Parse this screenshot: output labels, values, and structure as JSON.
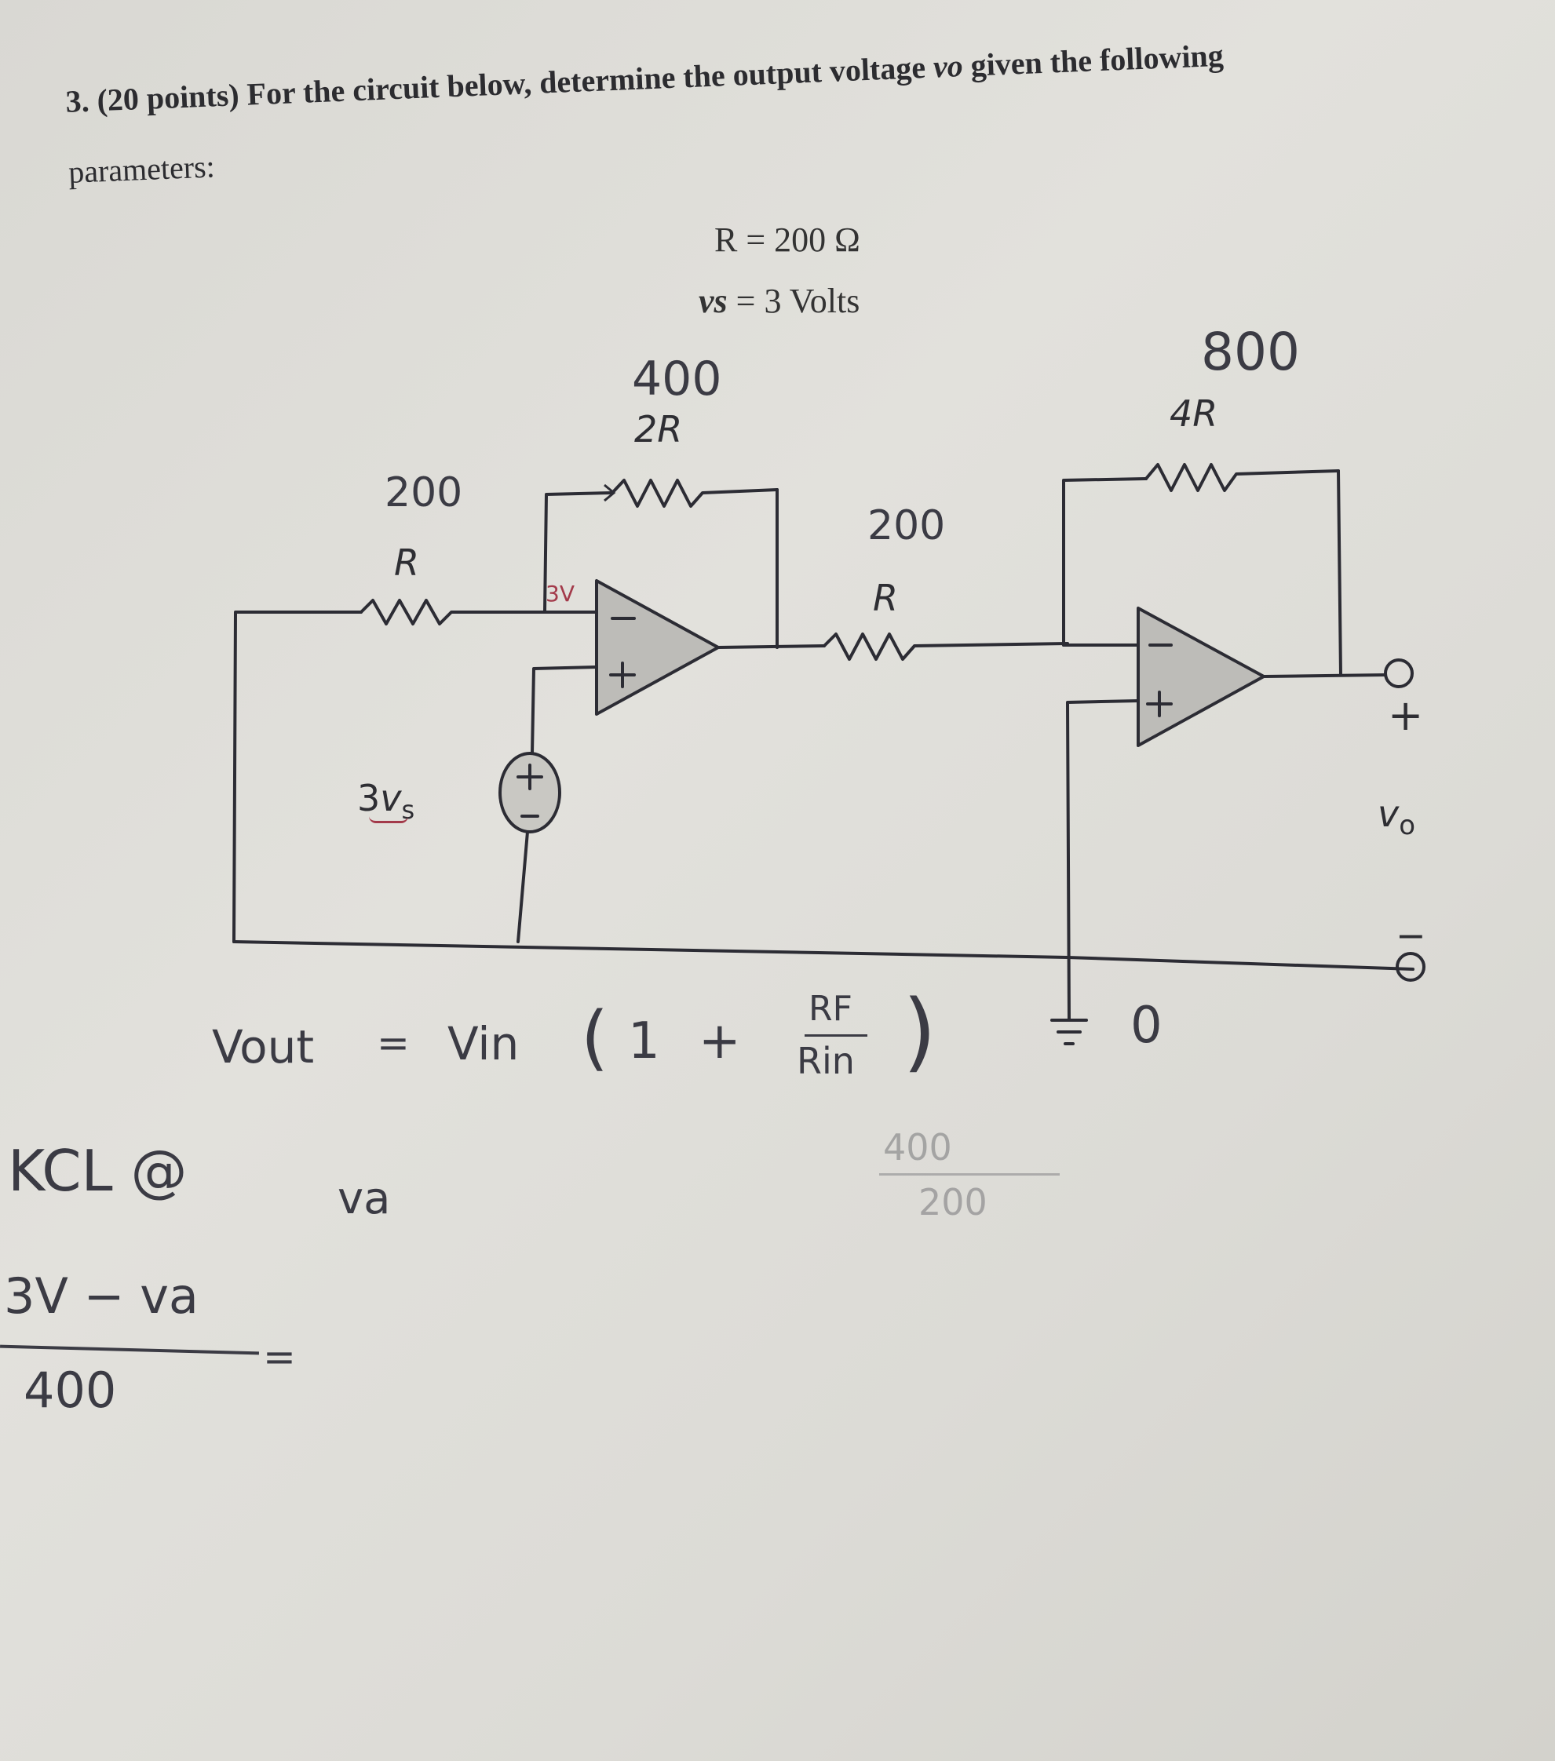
{
  "problem": {
    "number": "3.",
    "points": "(20 points)",
    "text_before": "For the circuit below, determine the output voltage",
    "output_symbol": "vo",
    "text_after": "given the following",
    "line2": "parameters:"
  },
  "parameters": {
    "r_value": "R = 200 Ω",
    "vs_symbol": "vs",
    "vs_value": "= 3 Volts"
  },
  "circuit": {
    "resistors": [
      {
        "id": "r-input-1",
        "label": "R",
        "handwritten_value": "200"
      },
      {
        "id": "r-feedback-1",
        "label": "2R",
        "handwritten_value": "400"
      },
      {
        "id": "r-input-2",
        "label": "R",
        "handwritten_value": "200"
      },
      {
        "id": "r-feedback-2",
        "label": "4R",
        "handwritten_value": "800"
      }
    ],
    "source": {
      "label_coef": "3",
      "label_sym": "v",
      "label_sub": "s",
      "plus": "+",
      "minus": "−"
    },
    "opamp1": {
      "inv": "−",
      "noninv": "+",
      "node_note": "3V"
    },
    "opamp2": {
      "inv": "−",
      "noninv": "+"
    },
    "output": {
      "plus": "+",
      "minus": "−",
      "symbol": "v",
      "sub": "o"
    },
    "ground_note": "0"
  },
  "handwritten_work": {
    "formula_lhs": "Vout",
    "formula_eq": "=",
    "formula_vin": "Vin",
    "formula_paren_open": "(",
    "formula_one": "1",
    "formula_plus": "+",
    "formula_num": "RF",
    "formula_den": "Rin",
    "formula_paren_close": ")",
    "kcl_line": "KCL @",
    "kcl_node": "va",
    "frac_num": "3V − va",
    "frac_den": "400",
    "frac_eq": "=",
    "erased_num": "400",
    "erased_den": "200"
  },
  "colors": {
    "paper": "#dcdbd6",
    "ink_print": "#2c2c30",
    "ink_pencil": "#3b3b44",
    "ink_red": "#a33a4a",
    "opamp_fill": "#bdbcb8"
  }
}
